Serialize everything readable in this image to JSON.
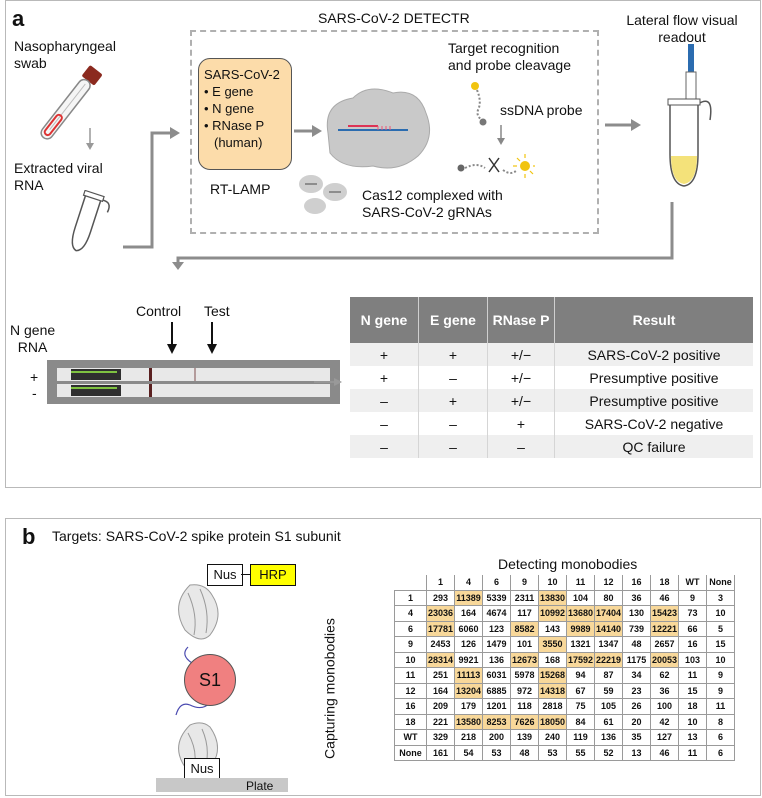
{
  "panel_a": {
    "letter": "a",
    "swab_label": [
      "Nasopharyngeal",
      "swab"
    ],
    "rna_label": [
      "Extracted viral",
      "RNA"
    ],
    "detectr_title": "SARS-CoV-2 DETECTR",
    "lamp_box": [
      "SARS-CoV-2",
      "• E gene",
      "• N gene",
      "• RNase P",
      "(human)"
    ],
    "rt_lamp": "RT-LAMP",
    "target_label": [
      "Target recognition",
      "and probe cleavage"
    ],
    "probe_label": "ssDNA probe",
    "cas_label": [
      "Cas12 complexed with",
      "SARS-CoV-2 gRNAs"
    ],
    "readout_label": [
      "Lateral flow visual",
      "readout"
    ],
    "strip_control": "Control",
    "strip_test": "Test",
    "strip_ngene": [
      "N gene",
      "RNA"
    ],
    "strip_plus": "+",
    "strip_minus": "-",
    "result_table": {
      "headers": [
        "N gene",
        "E gene",
        "RNase P",
        "Result"
      ],
      "rows": [
        [
          "+",
          "+",
          "+/−",
          "SARS-CoV-2 positive"
        ],
        [
          "+",
          "–",
          "+/−",
          "Presumptive positive"
        ],
        [
          "–",
          "+",
          "+/−",
          "Presumptive positive"
        ],
        [
          "–",
          "–",
          "+",
          "SARS-CoV-2 negative"
        ],
        [
          "–",
          "–",
          "–",
          "QC failure"
        ]
      ]
    }
  },
  "panel_b": {
    "letter": "b",
    "targets": "Targets: SARS-CoV-2 spike protein S1 subunit",
    "nus_top": "Nus",
    "hrp": "HRP",
    "s1": "S1",
    "nus_bottom": "Nus",
    "plate": "Plate",
    "detecting_title": "Detecting monobodies",
    "capturing_label": "Capturing monobodies",
    "heatmap": {
      "columns": [
        "1",
        "4",
        "6",
        "9",
        "10",
        "11",
        "12",
        "16",
        "18",
        "WT",
        "None"
      ],
      "rows": [
        {
          "label": "1",
          "cells": [
            "293",
            "11389",
            "5339",
            "2311",
            "13830",
            "104",
            "80",
            "36",
            "46",
            "9",
            "3"
          ],
          "hl": [
            1,
            4
          ]
        },
        {
          "label": "4",
          "cells": [
            "23036",
            "164",
            "4674",
            "117",
            "10992",
            "13680",
            "17404",
            "130",
            "15423",
            "73",
            "10"
          ],
          "hl": [
            0,
            4,
            5,
            6,
            8
          ]
        },
        {
          "label": "6",
          "cells": [
            "17781",
            "6060",
            "123",
            "8582",
            "143",
            "9989",
            "14140",
            "739",
            "12221",
            "66",
            "5"
          ],
          "hl": [
            0,
            3,
            5,
            6,
            8
          ]
        },
        {
          "label": "9",
          "cells": [
            "2453",
            "126",
            "1479",
            "101",
            "3550",
            "1321",
            "1347",
            "48",
            "2657",
            "16",
            "15"
          ],
          "hl": [
            4
          ]
        },
        {
          "label": "10",
          "cells": [
            "28314",
            "9921",
            "136",
            "12673",
            "168",
            "17592",
            "22219",
            "1175",
            "20053",
            "103",
            "10"
          ],
          "hl": [
            0,
            3,
            5,
            6,
            8
          ]
        },
        {
          "label": "11",
          "cells": [
            "251",
            "11113",
            "6031",
            "5978",
            "15268",
            "94",
            "87",
            "34",
            "62",
            "11",
            "9"
          ],
          "hl": [
            1,
            4
          ]
        },
        {
          "label": "12",
          "cells": [
            "164",
            "13204",
            "6885",
            "972",
            "14318",
            "67",
            "59",
            "23",
            "36",
            "15",
            "9"
          ],
          "hl": [
            1,
            4
          ]
        },
        {
          "label": "16",
          "cells": [
            "209",
            "179",
            "1201",
            "118",
            "2818",
            "75",
            "105",
            "26",
            "100",
            "18",
            "11"
          ],
          "hl": []
        },
        {
          "label": "18",
          "cells": [
            "221",
            "13580",
            "8253",
            "7626",
            "18050",
            "84",
            "61",
            "20",
            "42",
            "10",
            "8"
          ],
          "hl": [
            1,
            2,
            3,
            4
          ]
        },
        {
          "label": "WT",
          "cells": [
            "329",
            "218",
            "200",
            "139",
            "240",
            "119",
            "136",
            "35",
            "127",
            "13",
            "6"
          ],
          "hl": []
        },
        {
          "label": "None",
          "cells": [
            "161",
            "54",
            "53",
            "48",
            "53",
            "55",
            "52",
            "13",
            "46",
            "11",
            "6"
          ],
          "hl": []
        }
      ]
    }
  },
  "colors": {
    "lamp_fill": "#fcdcaa",
    "highlight": "#f8d89a",
    "table_header": "#7f7f7f",
    "hrp": "#ffff00",
    "s1": "#f08080",
    "arrow": "#8c8c8c"
  }
}
